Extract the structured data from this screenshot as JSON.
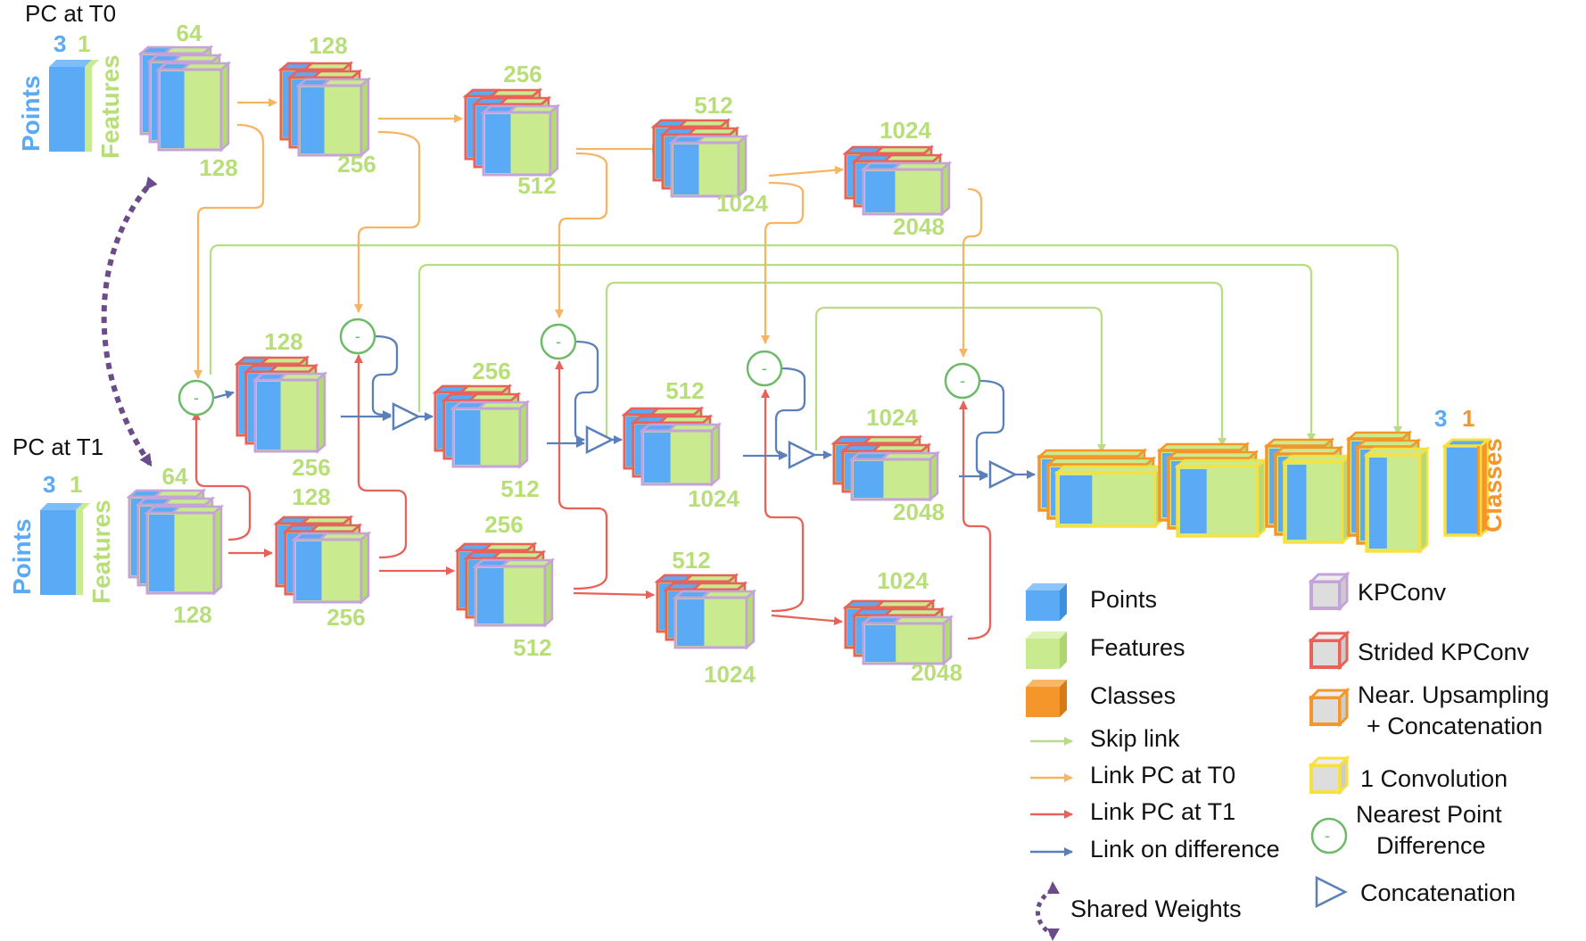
{
  "colors": {
    "points": "#5aaaf5",
    "features": "#c9ea8e",
    "classes": "#f5962a",
    "kpconv": "#c4a3d8",
    "strided": "#e8625a",
    "upsampling": "#f5962a",
    "conv1": "#f8e040",
    "skip": "#b9dd82",
    "t0": "#f7b463",
    "t1": "#e8625a",
    "diff": "#5b7fb8",
    "shared": "#6b4c8a",
    "npd": "#6dbb6a"
  },
  "titles": {
    "t0": "PC at T0",
    "t1": "PC at T1"
  },
  "inputs": {
    "points_label": "Points",
    "features_label": "Features",
    "t0_points_dim": "3",
    "t0_features_dim": "1",
    "t1_points_dim": "3",
    "t1_features_dim": "1"
  },
  "output": {
    "label": "Classes",
    "points_dim": "3",
    "classes_dim": "1"
  },
  "encoder_t0": [
    {
      "top": "64",
      "bottom": "128"
    },
    {
      "top": "128",
      "bottom": "256"
    },
    {
      "top": "256",
      "bottom": "512"
    },
    {
      "top": "512",
      "bottom": "1024"
    },
    {
      "top": "1024",
      "bottom": "2048"
    }
  ],
  "diff_branch": [
    {
      "top": "128",
      "bottom": "256"
    },
    {
      "top": "256",
      "bottom": "512"
    },
    {
      "top": "512",
      "bottom": "1024"
    },
    {
      "top": "1024",
      "bottom": "2048"
    }
  ],
  "encoder_t1": [
    {
      "top": "64",
      "bottom": "128"
    },
    {
      "top": "128",
      "bottom": "256"
    },
    {
      "top": "256",
      "bottom": "512"
    },
    {
      "top": "512",
      "bottom": "1024"
    },
    {
      "top": "1024",
      "bottom": "2048"
    }
  ],
  "npd_symbol": "-",
  "legend": {
    "points": "Points",
    "features": "Features",
    "classes": "Classes",
    "skip_link": "Skip link",
    "link_t0": "Link PC at T0",
    "link_t1": "Link PC at T1",
    "link_diff": "Link on difference",
    "shared_weights": "Shared Weights",
    "kpconv": "KPConv",
    "strided_kpconv": "Strided KPConv",
    "upsampling_line1": "Near. Upsampling",
    "upsampling_line2": "+ Concatenation",
    "conv1": "1 Convolution",
    "npd_line1": "Nearest Point",
    "npd_line2": "Difference",
    "concatenation": "Concatenation"
  }
}
